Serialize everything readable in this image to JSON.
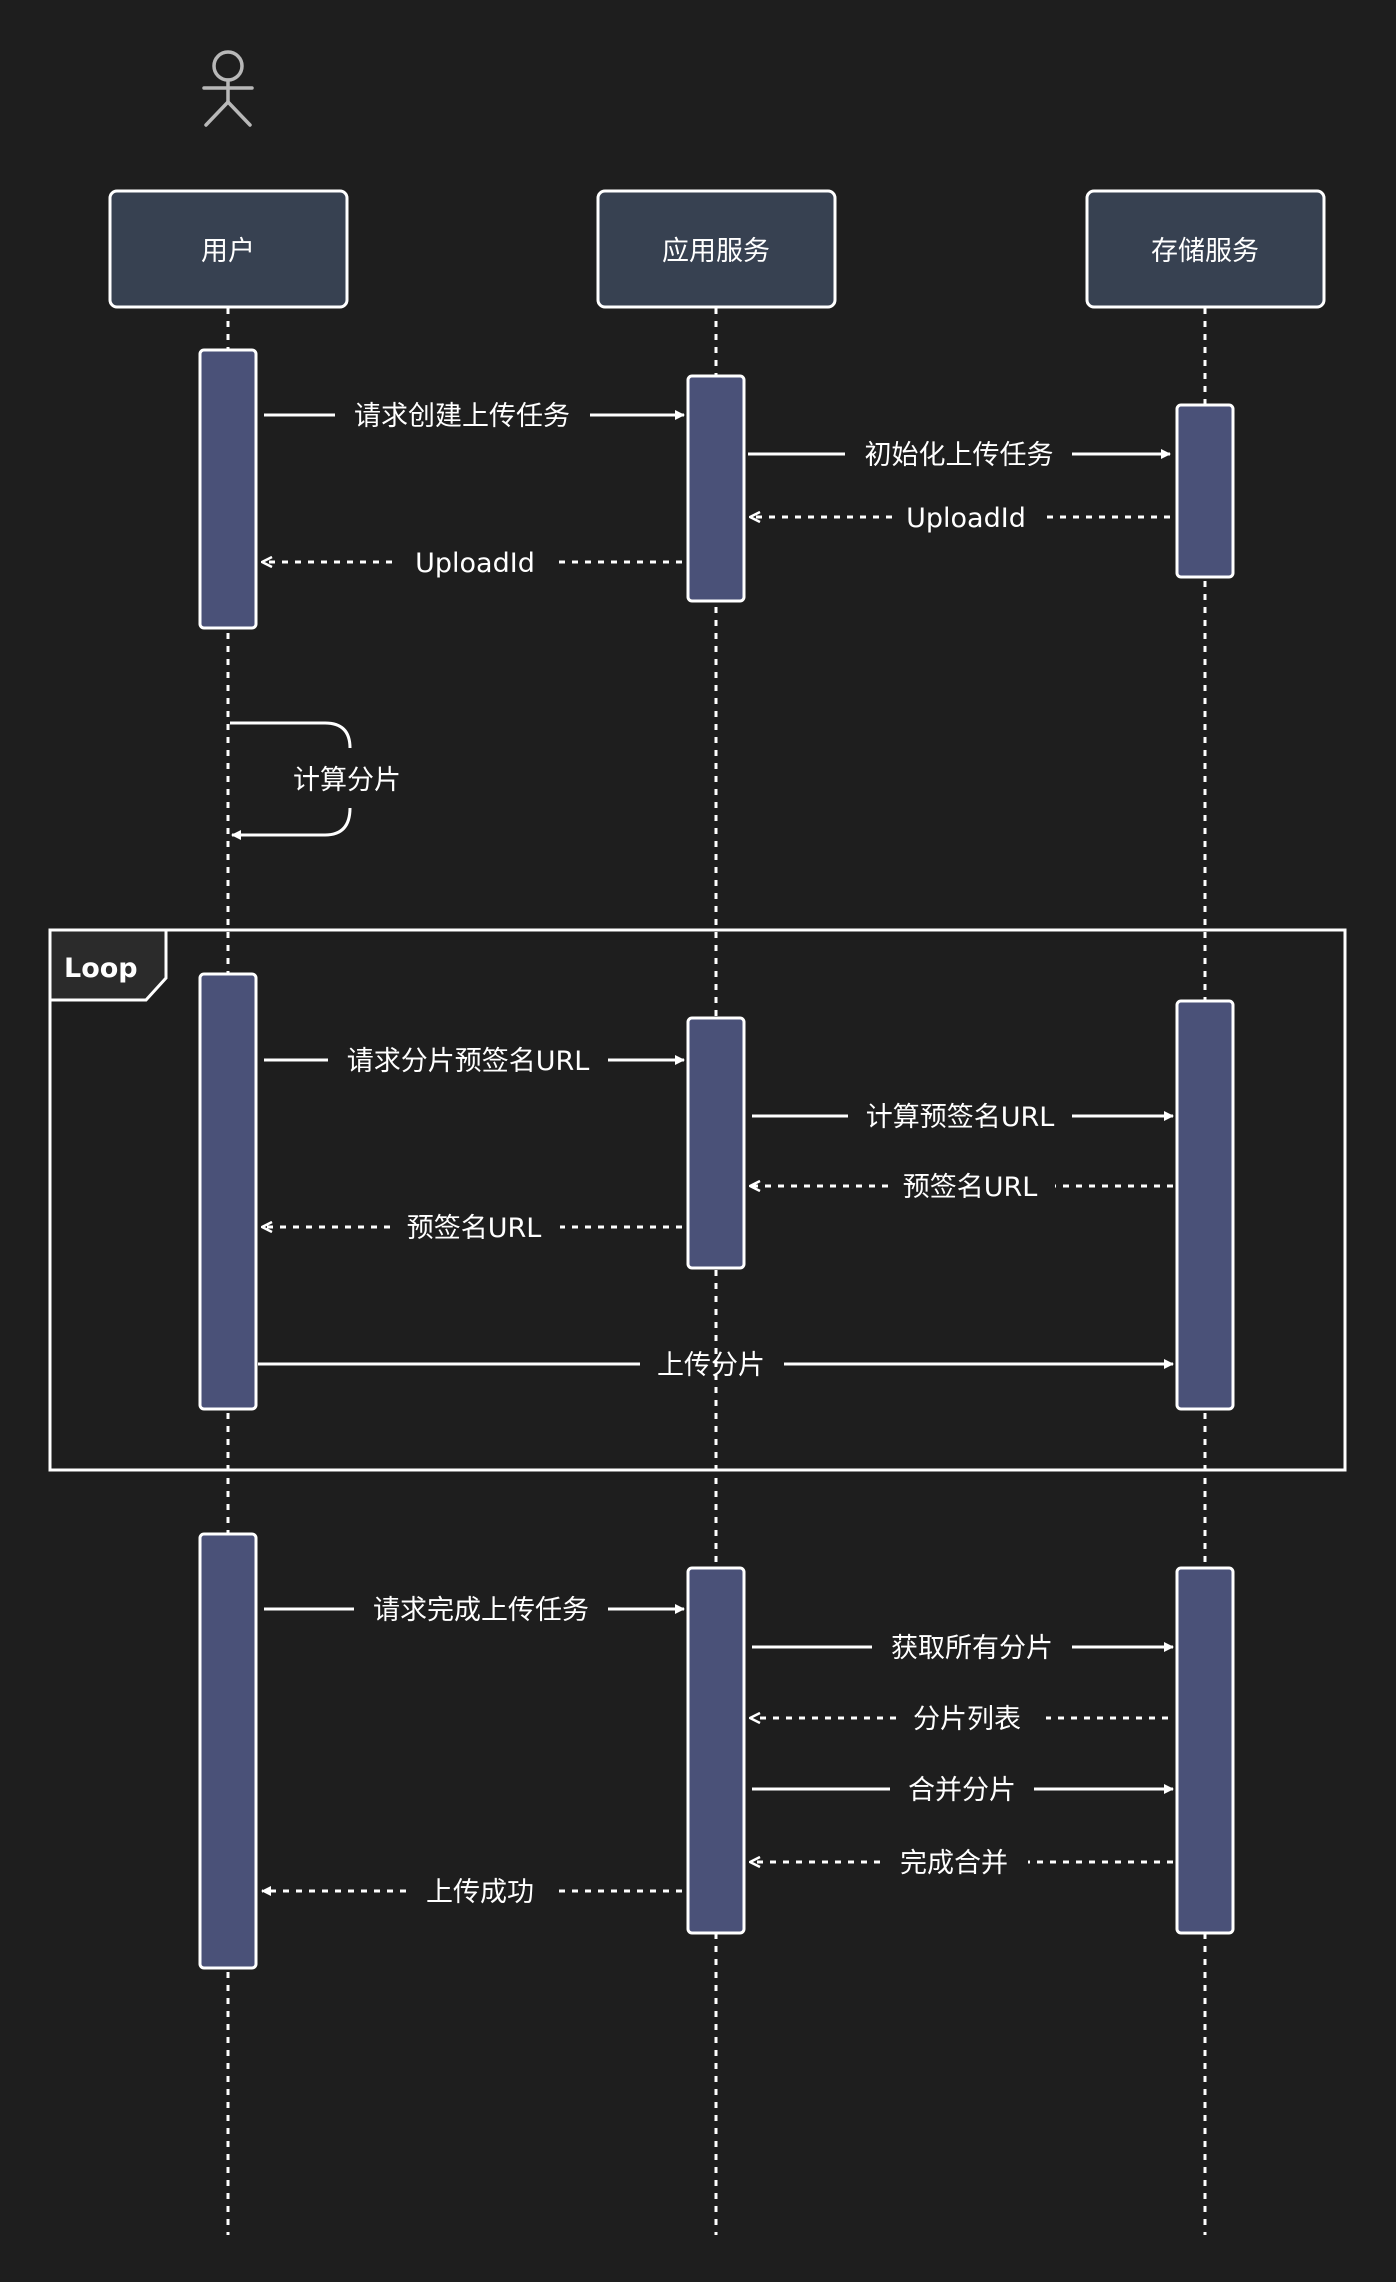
{
  "participants": [
    {
      "id": "user",
      "label": "用户",
      "is_actor": true
    },
    {
      "id": "app",
      "label": "应用服务",
      "is_actor": false
    },
    {
      "id": "storage",
      "label": "存储服务",
      "is_actor": false
    }
  ],
  "loop": {
    "label": "Loop"
  },
  "messages": [
    {
      "label": "请求创建上传任务",
      "from": "user",
      "to": "app",
      "style": "solid"
    },
    {
      "label": "初始化上传任务",
      "from": "app",
      "to": "storage",
      "style": "solid"
    },
    {
      "label": "UploadId",
      "from": "storage",
      "to": "app",
      "style": "dashed"
    },
    {
      "label": "UploadId",
      "from": "app",
      "to": "user",
      "style": "dashed"
    },
    {
      "label": "计算分片",
      "from": "user",
      "to": "user",
      "style": "self"
    },
    {
      "label": "请求分片预签名URL",
      "from": "user",
      "to": "app",
      "style": "solid"
    },
    {
      "label": "计算预签名URL",
      "from": "app",
      "to": "storage",
      "style": "solid"
    },
    {
      "label": "预签名URL",
      "from": "storage",
      "to": "app",
      "style": "dashed"
    },
    {
      "label": "预签名URL",
      "from": "app",
      "to": "user",
      "style": "dashed"
    },
    {
      "label": "上传分片",
      "from": "user",
      "to": "storage",
      "style": "solid"
    },
    {
      "label": "请求完成上传任务",
      "from": "user",
      "to": "app",
      "style": "solid"
    },
    {
      "label": "获取所有分片",
      "from": "app",
      "to": "storage",
      "style": "solid"
    },
    {
      "label": "分片列表",
      "from": "storage",
      "to": "app",
      "style": "dashed"
    },
    {
      "label": "合并分片",
      "from": "app",
      "to": "storage",
      "style": "solid"
    },
    {
      "label": "完成合并",
      "from": "storage",
      "to": "app",
      "style": "dashed"
    },
    {
      "label": "上传成功",
      "from": "app",
      "to": "user",
      "style": "dashed-filled"
    }
  ],
  "colors": {
    "background": "#1e1e1e",
    "participant_box": "#374151",
    "activation_bar": "#4a5178",
    "line": "#ffffff",
    "actor_icon": "#b8b8b8"
  }
}
